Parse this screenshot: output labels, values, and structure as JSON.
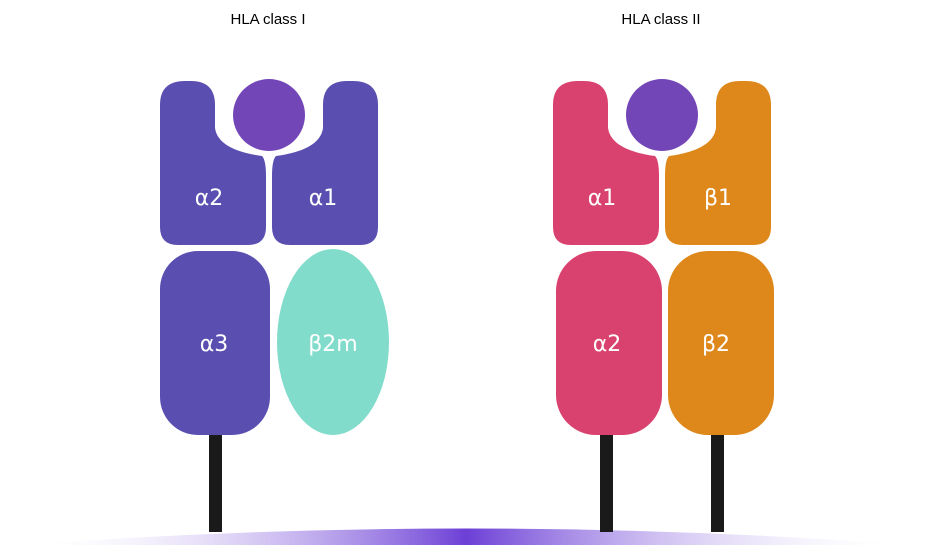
{
  "titles": {
    "class1": "HLA class I",
    "class2": "HLA class II"
  },
  "class1": {
    "domains": {
      "alpha2": "α2",
      "alpha1": "α1",
      "alpha3": "α3",
      "b2m": "β2m"
    }
  },
  "class2": {
    "domains": {
      "alpha1": "α1",
      "beta1": "β1",
      "alpha2": "α2",
      "beta2": "β2"
    }
  },
  "colors": {
    "class1_alpha": "#5a4fb0",
    "b2m": "#82dccb",
    "class2_alpha": "#d9426e",
    "class2_beta": "#de881c",
    "peptide": "#7346b8",
    "stalk": "#1a1a1a",
    "membrane": "#6c3fd6"
  }
}
